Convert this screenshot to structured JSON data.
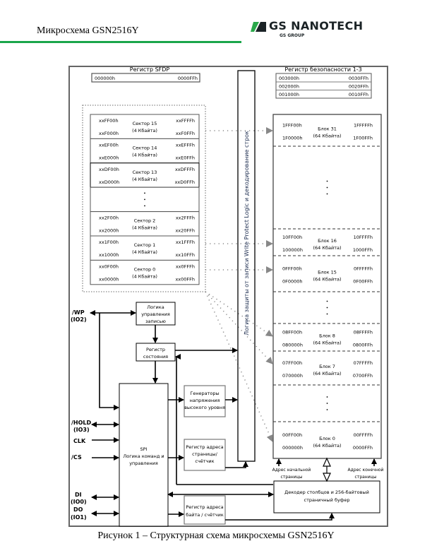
{
  "header": {
    "title": "Микросхема GSN2516Y",
    "logo_text": "GS NANOTECH",
    "logo_subtext": "GS GROUP",
    "accent_color": "#1aa64a"
  },
  "sfdp_register": {
    "title": "Регистр SFDP",
    "start": "000000h",
    "end": "0000FFh"
  },
  "security_registers": {
    "title": "Регистр безопасности 1-3",
    "rows": [
      {
        "start": "003000h",
        "end": "0030FFh"
      },
      {
        "start": "002000h",
        "end": "0020FFh"
      },
      {
        "start": "001000h",
        "end": "0010FFh"
      }
    ]
  },
  "sectors": [
    {
      "name": "Сектор 15",
      "size": "(4 Кбайта)",
      "top_left": "xxFF00h",
      "bottom_left": "xxF000h",
      "top_right": "xxFFFFh",
      "bottom_right": "xxF0FFh"
    },
    {
      "name": "Сектор 14",
      "size": "(4 Кбайта)",
      "top_left": "xxEF00h",
      "bottom_left": "xxE000h",
      "top_right": "xxEFFFh",
      "bottom_right": "xxE0FFh"
    },
    {
      "name": "Сектор 13",
      "size": "(4 Кбайта)",
      "top_left": "xxDF00h",
      "bottom_left": "xxD000h",
      "top_right": "xxDFFFh",
      "bottom_right": "xxD0FFh"
    },
    {
      "name": "",
      "size": "",
      "top_left": "",
      "bottom_left": "",
      "top_right": "",
      "bottom_right": "",
      "ellipsis": true
    },
    {
      "name": "Сектор 2",
      "size": "(4 Кбайта)",
      "top_left": "xx2F00h",
      "bottom_left": "xx2000h",
      "top_right": "xx2FFFh",
      "bottom_right": "xx20FFh"
    },
    {
      "name": "Сектор 1",
      "size": "(4 Кбайта)",
      "top_left": "xx1F00h",
      "bottom_left": "xx1000h",
      "top_right": "xx1FFFh",
      "bottom_right": "xx10FFh"
    },
    {
      "name": "Сектор 0",
      "size": "(4 Кбайта)",
      "top_left": "xx0F00h",
      "bottom_left": "xx0000h",
      "top_right": "xx0FFFh",
      "bottom_right": "xx00FFh"
    }
  ],
  "blocks": [
    {
      "name": "Блок 31",
      "size": "(64 Кбайта)",
      "top_left": "1FFF00h",
      "bottom_left": "1F0000h",
      "top_right": "1FFFFFh",
      "bottom_right": "1F00FFh"
    },
    {
      "ellipsis": true
    },
    {
      "name": "Блок 16",
      "size": "(64 Кбайта)",
      "top_left": "10FF00h",
      "bottom_left": "100000h",
      "top_right": "10FFFFh",
      "bottom_right": "1000FFh"
    },
    {
      "name": "Блок 15",
      "size": "(64 Кбайта)",
      "top_left": "0FFF00h",
      "bottom_left": "0F0000h",
      "top_right": "0FFFFFh",
      "bottom_right": "0F00FFh"
    },
    {
      "ellipsis": true
    },
    {
      "name": "Блок 8",
      "size": "(64 Кбайта)",
      "top_left": "08FF00h",
      "bottom_left": "080000h",
      "top_right": "08FFFFh",
      "bottom_right": "0800FFh"
    },
    {
      "name": "Блок 7",
      "size": "(64 Кбайта)",
      "top_left": "07FF00h",
      "bottom_left": "070000h",
      "top_right": "07FFFFh",
      "bottom_right": "0700FFh"
    },
    {
      "ellipsis": true
    },
    {
      "name": "Блок 0",
      "size": "(64 Кбайта)",
      "top_left": "00FF00h",
      "bottom_left": "000000h",
      "top_right": "00FFFFh",
      "bottom_right": "0000FFh"
    }
  ],
  "write_protect_logic": "Логика защиты от записи Write Protect Logic и декодирование строк",
  "blocks_logic": {
    "write_control": [
      "Логика",
      "управления",
      "записью"
    ],
    "status_register": [
      "Регистр",
      "состояния"
    ],
    "hv_generators": [
      "Генераторы",
      "напряжения",
      "высокого уровня"
    ],
    "page_addr_register": [
      "Регистр адреса",
      "страницы/",
      "счётчик"
    ],
    "byte_addr_register": [
      "Регистр адреса",
      "байта / счётчик"
    ],
    "spi_logic": [
      "SPI",
      "Логика команд и",
      "управления"
    ],
    "column_decoder": [
      "Декодер столбцов и 256-байтовый",
      "страничный буфер"
    ]
  },
  "page_labels": {
    "start_page": [
      "Адрес начальной",
      "страницы"
    ],
    "end_page": [
      "Адрес конечной",
      "страницы"
    ]
  },
  "pins": {
    "wp": [
      "/WP",
      "(IO2)"
    ],
    "hold": [
      "/HOLD",
      "(IO3)"
    ],
    "clk": [
      "CLK"
    ],
    "cs": [
      "/CS"
    ],
    "di": [
      "DI",
      "(IO0)"
    ],
    "do": [
      "DO",
      "(IO1)"
    ]
  },
  "caption": "Рисунок 1 – Структурная схема микросхемы GSN2516Y"
}
